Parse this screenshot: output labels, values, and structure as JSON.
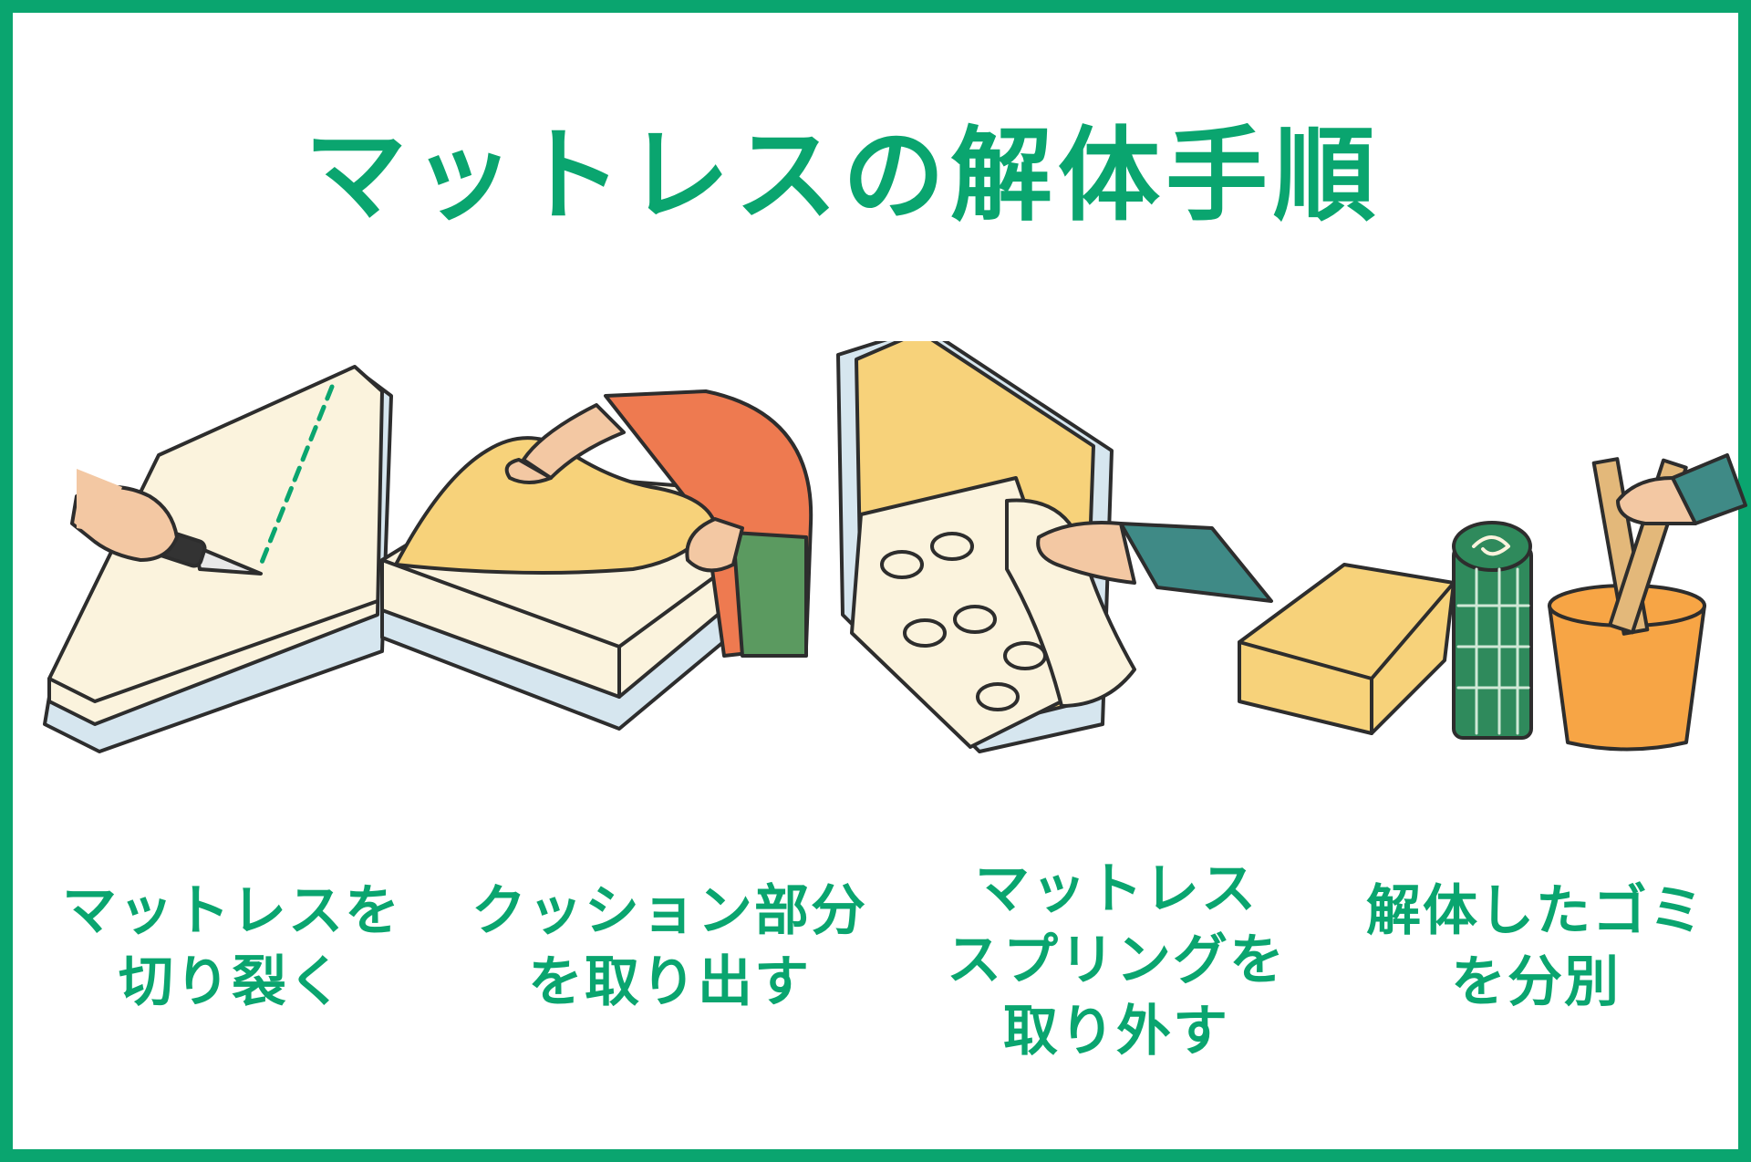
{
  "title": "マットレスの解体手順",
  "colors": {
    "brand": "#0aa56f",
    "mattress_cream": "#fbf3dd",
    "mattress_blue": "#d6e6ef",
    "cushion_yellow": "#f7d27a",
    "shirt_orange": "#ee7a50",
    "pants_green": "#5b9a60",
    "sleeve_teal": "#3f8a86",
    "bucket_orange": "#f7a545",
    "net_green": "#2f8a5c",
    "wood": "#e3b87a",
    "outline": "#2d2d2d"
  },
  "steps": [
    {
      "icon": "mattress-cutting-icon",
      "lines": [
        "マットレスを",
        "切り裂く"
      ]
    },
    {
      "icon": "cushion-removal-icon",
      "lines": [
        "クッション部分",
        "を取り出す"
      ]
    },
    {
      "icon": "spring-removal-icon",
      "lines": [
        "マットレス",
        "スプリングを",
        "取り外す"
      ]
    },
    {
      "icon": "waste-sorting-icon",
      "lines": [
        "解体したゴミ",
        "を分別"
      ]
    }
  ]
}
